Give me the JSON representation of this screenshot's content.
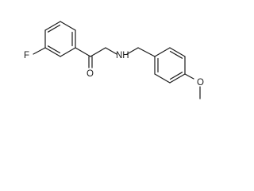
{
  "molecule": {
    "atom_labels": {
      "fluorine": "F",
      "carbonyl_oxygen": "O",
      "amine_nitrogen": "NH",
      "ether_oxygen": "O"
    },
    "colors": {
      "bond": "#1a1a1a",
      "label": "#1a1a1a",
      "background": "#ffffff"
    }
  }
}
